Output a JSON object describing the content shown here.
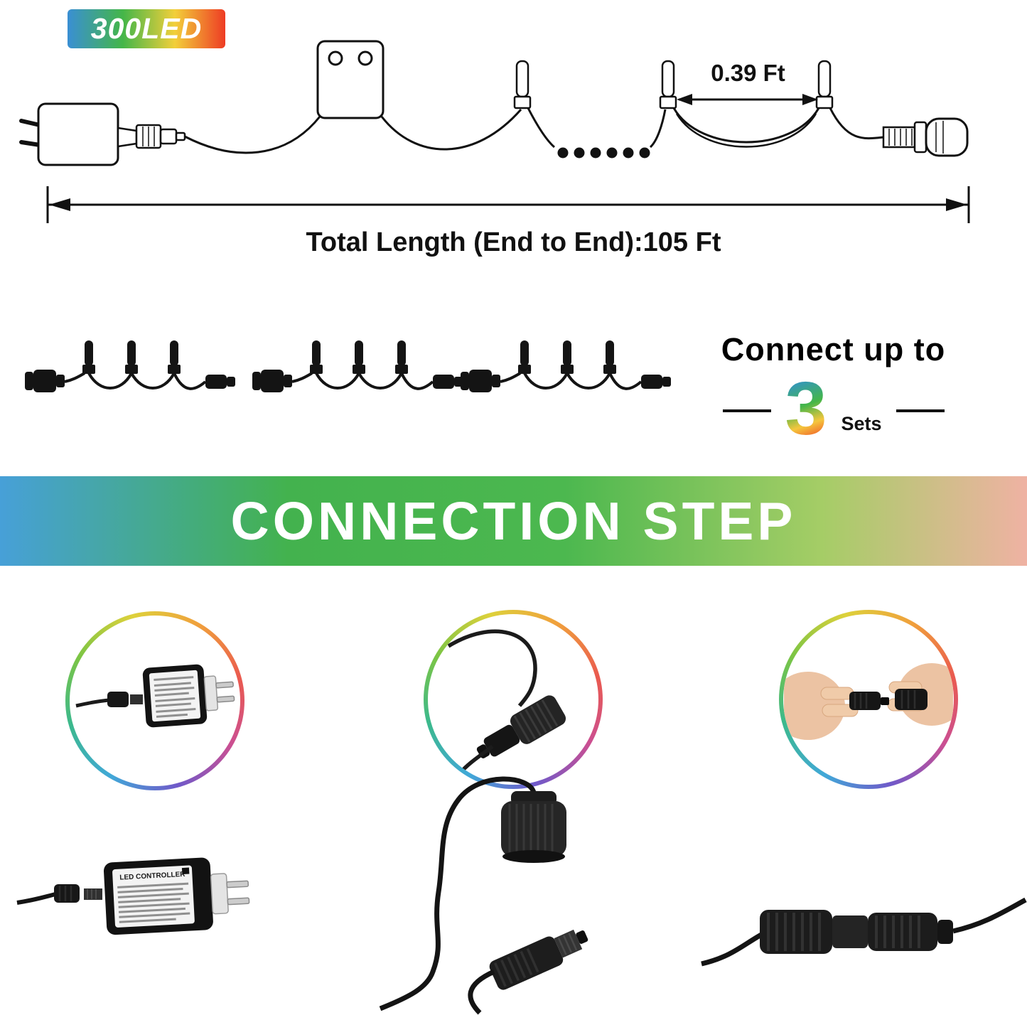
{
  "badge": {
    "label": "300LED"
  },
  "diagram": {
    "spacing_label": "0.39 Ft",
    "total_length_label": "Total Length (End to End):105 Ft"
  },
  "connect": {
    "prefix": "Connect up to",
    "number": "3",
    "suffix": "Sets"
  },
  "banner": {
    "title": "CONNECTION STEP"
  },
  "photos": {
    "controller_label": "LED CONTROLLER"
  },
  "colors": {
    "badge_gradient": [
      "#3a8fd4",
      "#44b649",
      "#f2cf3a",
      "#ee3c24"
    ],
    "banner_gradient": [
      "#47a0d8",
      "#43b24e",
      "#a5cd66",
      "#efb2a3"
    ],
    "number_gradient": [
      "#2f8fd8",
      "#45b649",
      "#f5c63d",
      "#ef4323"
    ],
    "wire_color": "#111111"
  }
}
